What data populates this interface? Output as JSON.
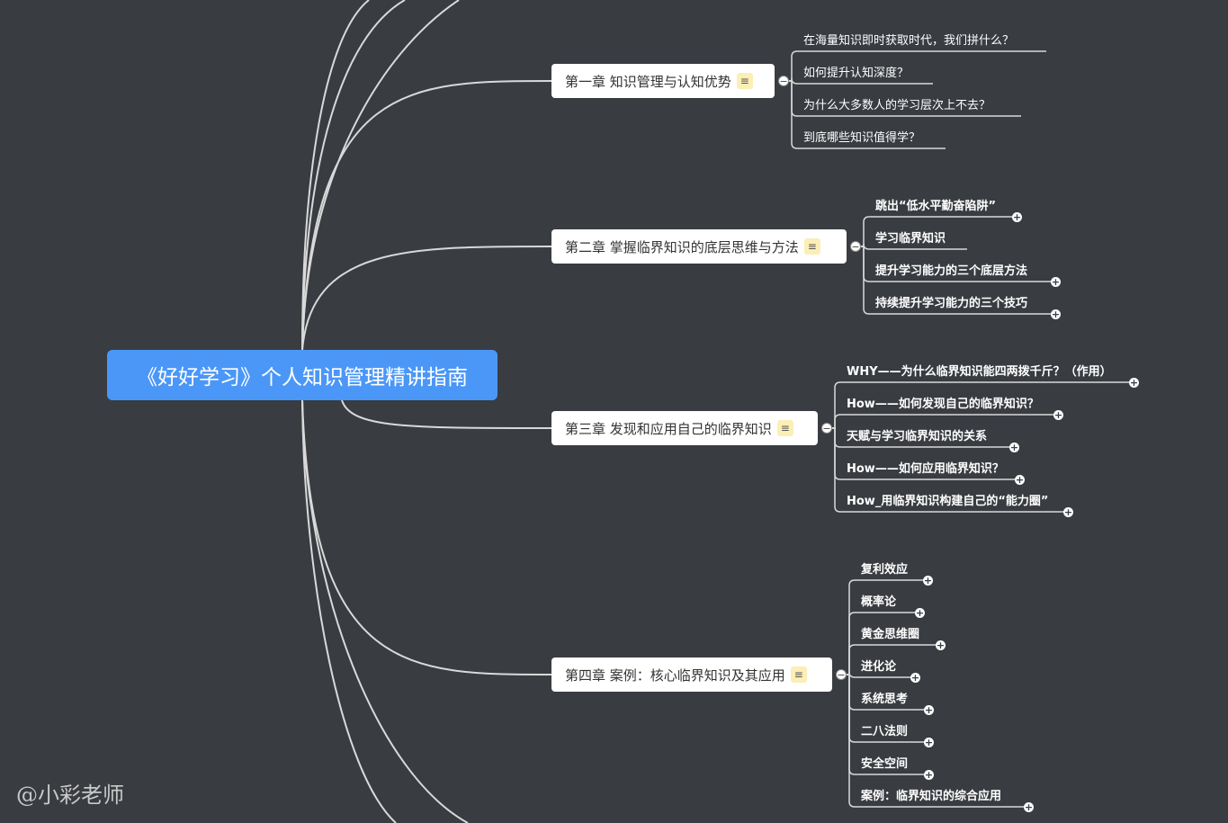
{
  "root": {
    "title": "《好好学习》个人知识管理精讲指南"
  },
  "chapters": [
    {
      "title": "第一章 知识管理与认知优势",
      "topics": [
        "在海量知识即时获取时代，我们拼什么？",
        "如何提升认知深度？",
        "为什么大多数人的学习层次上不去？",
        "到底哪些知识值得学？"
      ]
    },
    {
      "title": "第二章 掌握临界知识的底层思维与方法",
      "topics": [
        "跳出“低水平勤奋陷阱”",
        "学习临界知识",
        "提升学习能力的三个底层方法",
        "持续提升学习能力的三个技巧"
      ]
    },
    {
      "title": "第三章 发现和应用自己的临界知识",
      "topics": [
        "WHY——为什么临界知识能四两拨千斤？（作用）",
        "How——如何发现自己的临界知识？",
        "天赋与学习临界知识的关系",
        "How——如何应用临界知识？",
        "How_用临界知识构建自己的“能力圈”"
      ]
    },
    {
      "title": "第四章 案例：核心临界知识及其应用",
      "topics": [
        "复利效应",
        "概率论",
        "黄金思维圈",
        "进化论",
        "系统思考",
        "二八法则",
        "安全空间",
        "案例：临界知识的综合应用"
      ]
    }
  ],
  "icons": {
    "note": "note-icon",
    "collapse": "collapse-icon",
    "expand": "expand-icon"
  },
  "watermark": "@小彩老师",
  "colors": {
    "background": "#393c41",
    "root": "#4b97f8",
    "note": "#fbefb6"
  }
}
